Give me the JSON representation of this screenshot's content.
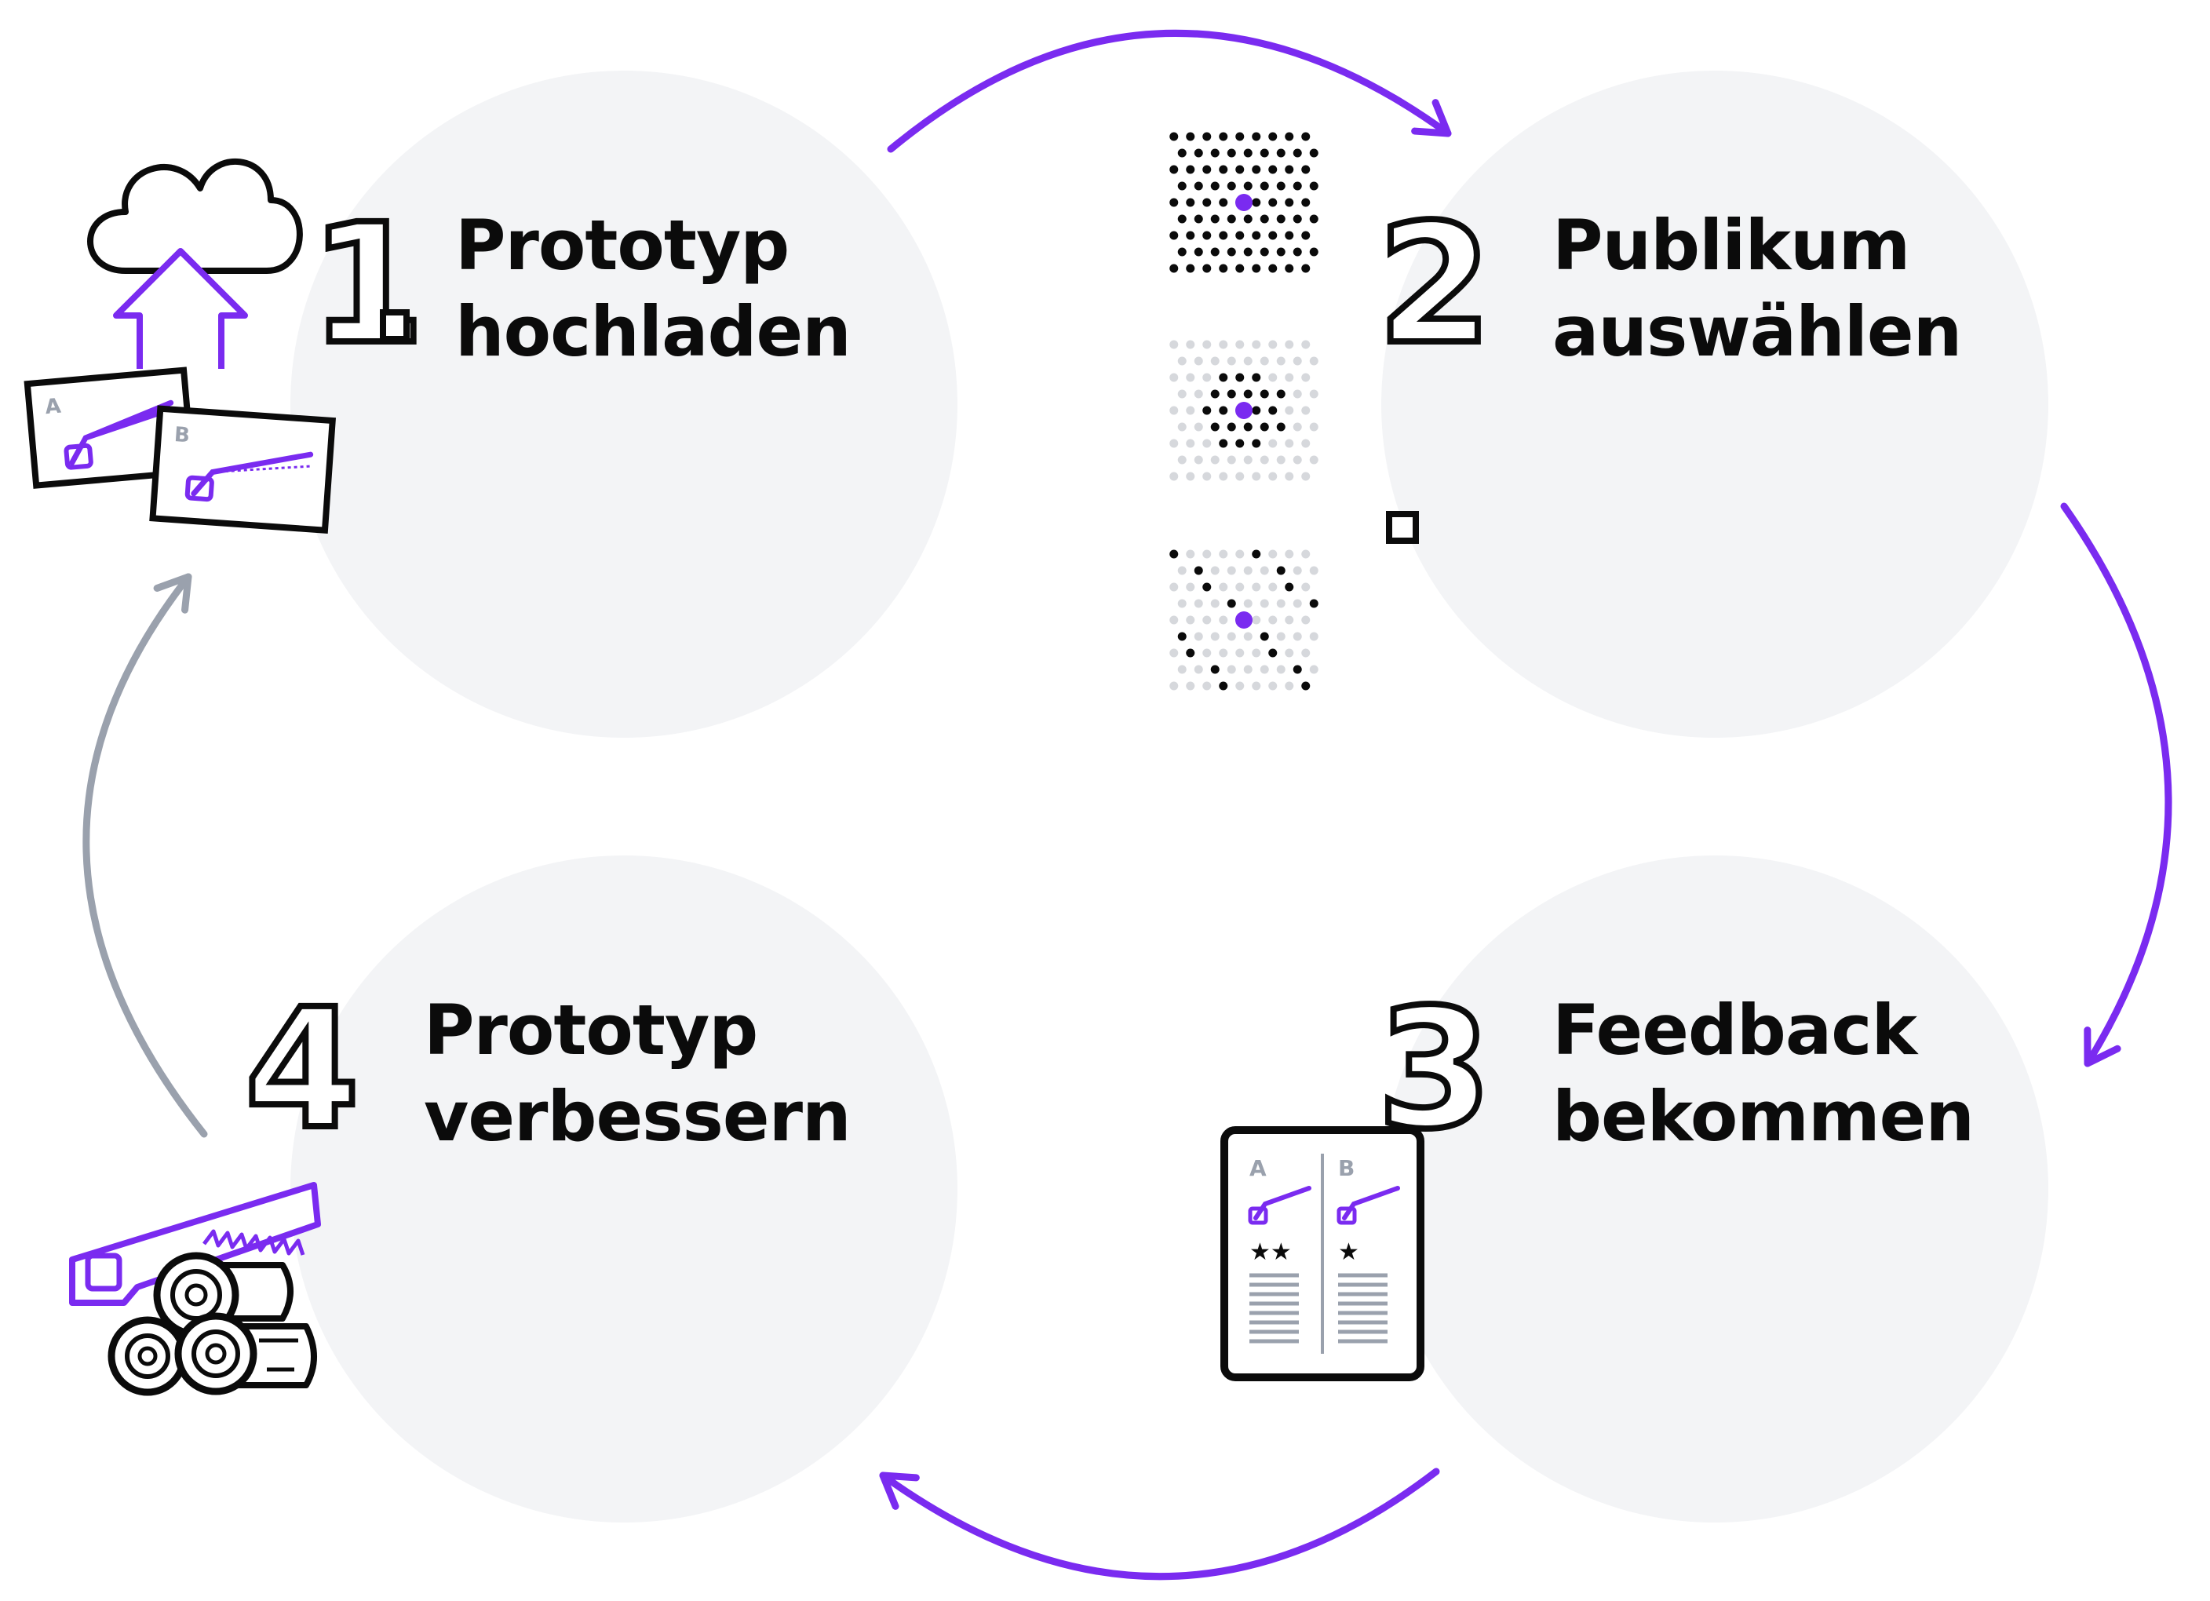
{
  "colors": {
    "accent": "#7a2bf0",
    "gray_arrow": "#9aa1ad",
    "circle_fill": "#f3f4f6",
    "ink": "#0b0b0b",
    "dim_dot": "#d6d8dc"
  },
  "steps": [
    {
      "number": "1",
      "line1": "Prototyp",
      "line2": "hochladen",
      "icon": "cloud-upload-ab-cards-icon"
    },
    {
      "number": "2",
      "line1": "Publikum",
      "line2": "auswählen",
      "icon": "audience-dots-icon"
    },
    {
      "number": "3",
      "line1": "Feedback",
      "line2": "bekommen",
      "icon": "feedback-tablet-icon"
    },
    {
      "number": "4",
      "line1": "Prototyp",
      "line2": "verbessern",
      "icon": "saw-logs-icon"
    }
  ],
  "cards": {
    "a": "A",
    "b": "B"
  },
  "ratings": {
    "a": "★★",
    "b": "★"
  }
}
